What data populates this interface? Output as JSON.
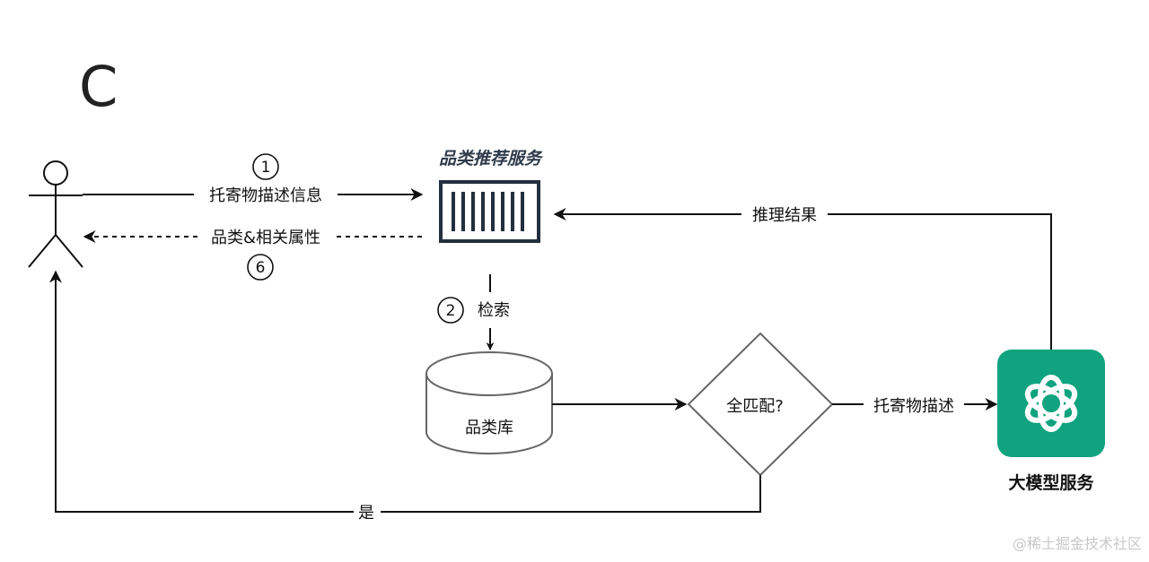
{
  "diagram": {
    "corner_letter": "C",
    "service_title": "品类推荐服务",
    "edge_send_label": "托寄物描述信息",
    "edge_send_step": "1",
    "edge_return_label": "品类&相关属性",
    "edge_return_step": "6",
    "edge_search_label": "检索",
    "edge_search_step": "2",
    "db_label": "品类库",
    "decision_label": "全匹配?",
    "edge_to_llm_label": "托寄物描述",
    "edge_infer_label": "推理结果",
    "edge_yes_label": "是",
    "llm_label": "大模型服务",
    "llm_brand_color": "#10a37f",
    "watermark": "@稀土掘金技术社区"
  }
}
